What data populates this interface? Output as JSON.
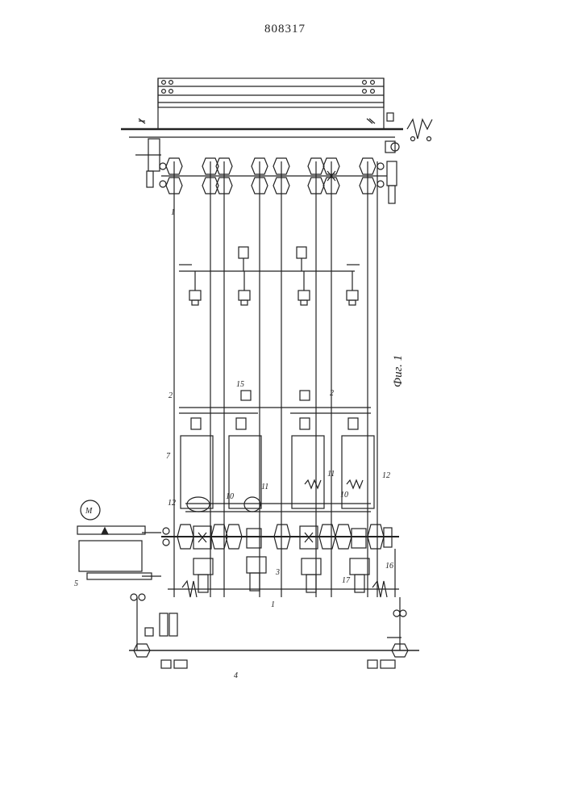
{
  "header": {
    "patent_number": "808317"
  },
  "figure": {
    "caption": "Фиг. 1"
  },
  "labels": {
    "l1a": "1",
    "l1b": "1",
    "l2a": "2",
    "l2b": "2",
    "l3": "3",
    "l4": "4",
    "l5": "5",
    "l7": "7",
    "l10a": "10",
    "l10b": "10",
    "l11a": "11",
    "l11b": "11",
    "l12a": "12",
    "l12b": "12",
    "l15": "15",
    "l16": "16",
    "l17": "17",
    "motor": "М"
  }
}
